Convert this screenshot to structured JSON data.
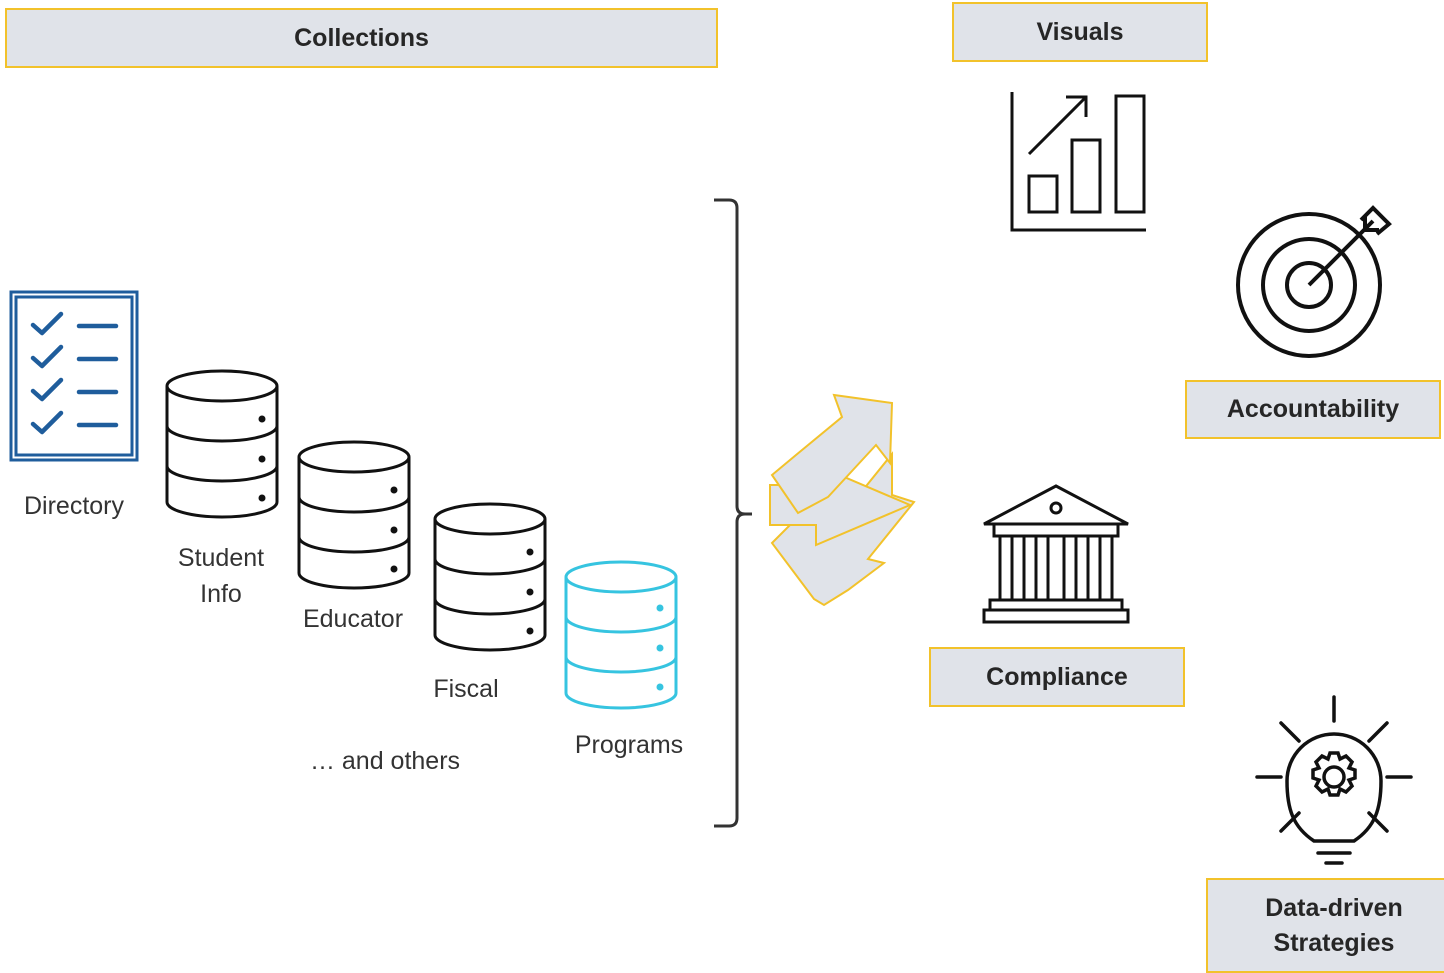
{
  "headers": {
    "collections": "Collections",
    "visuals": "Visuals"
  },
  "sources": {
    "directory": "Directory",
    "student_info_line1": "Student",
    "student_info_line2": "Info",
    "educator": "Educator",
    "fiscal": "Fiscal",
    "programs": "Programs",
    "others": "… and others"
  },
  "outcomes": {
    "accountability": "Accountability",
    "compliance": "Compliance",
    "strategies_line1": "Data-driven",
    "strategies_line2": "Strategies"
  },
  "icons": {
    "directory": "checklist-icon",
    "database": "database-icon",
    "visuals": "bar-chart-trend-icon",
    "accountability": "target-icon",
    "compliance": "government-building-icon",
    "strategies": "lightbulb-gear-icon",
    "flow": "branching-arrows-icon"
  },
  "colors": {
    "box_fill": "#e0e3e9",
    "box_border": "#f2c22b",
    "directory_blue": "#1f5d9c",
    "programs_cyan": "#36c4e0",
    "icon_stroke": "#111111"
  }
}
